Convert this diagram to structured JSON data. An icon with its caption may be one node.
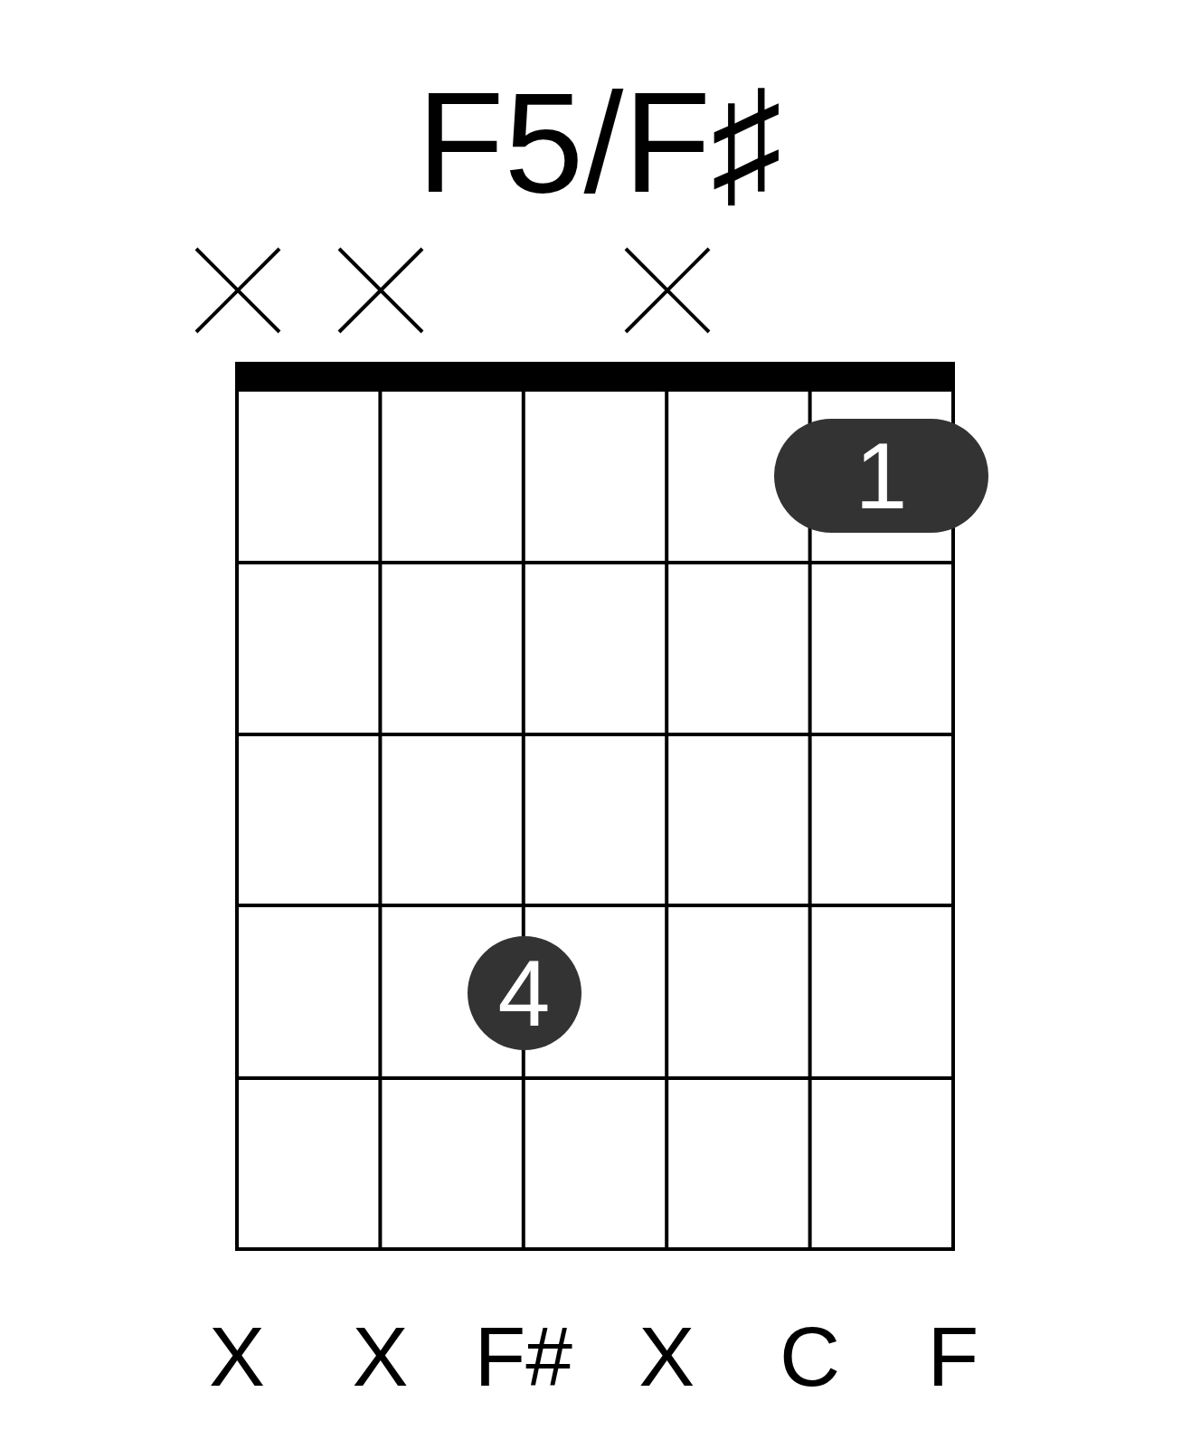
{
  "diagram": {
    "title": "F5/F♯",
    "nodes": [
      {
        "text": [
          "1"
        ]
      },
      {
        "text": [
          "4"
        ]
      }
    ],
    "labels": [
      "X",
      "X",
      "F#",
      "X",
      "C",
      "F"
    ]
  }
}
